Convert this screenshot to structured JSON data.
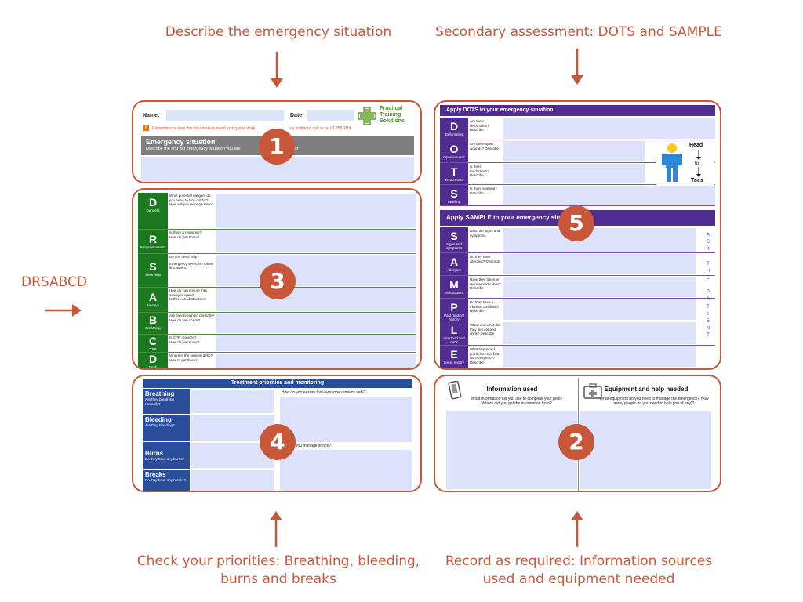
{
  "captions": {
    "top_left": "Describe the emergency situation",
    "top_right": "Secondary assessment: DOTS and SAMPLE",
    "left": "DRSABCD",
    "bottom_left_1": "Check your priorities: Breathing, bleeding,",
    "bottom_left_2": "burns and breaks",
    "bottom_right_1": "Record as required: Information sources",
    "bottom_right_2": "used and equipment needed"
  },
  "badges": {
    "b1": "1",
    "b2": "2",
    "b3": "3",
    "b4": "4",
    "b5": "5"
  },
  "form1": {
    "name_label": "Name:",
    "date_label": "Date:",
    "logo_line1": "Practical",
    "logo_line2": "Training",
    "logo_line3": "Solutions",
    "reminder_left": "Remember to save this document to avoid losing your work",
    "reminder_right": "ny problems call us on 07 858 1196",
    "section_title": "Emergency situation",
    "section_sub_left": "Describe the first aid emergency situation you are",
    "section_sub_right": "for"
  },
  "drsabcd": [
    {
      "letter": "D",
      "word": "Dangers",
      "q1": "What potential dangers do you need to look out for?",
      "q2": "How will you manage them?"
    },
    {
      "letter": "R",
      "word": "Responsiveness",
      "q1": "Is there a response?",
      "q2": "How do you know?"
    },
    {
      "letter": "S",
      "word": "Seek help",
      "q1": "Do you need help?",
      "q2": "Emergency services? Other first aiders?"
    },
    {
      "letter": "A",
      "word": "Airways",
      "q1": "How do you ensure their airway is open?",
      "q2": "Is there an obstruction?"
    },
    {
      "letter": "B",
      "word": "Breathing",
      "q1": "Are they breathing normally?",
      "q2": "How do you check?"
    },
    {
      "letter": "C",
      "word": "CPR",
      "q1": "Is CPR required?",
      "q2": "How do you know?"
    },
    {
      "letter": "D",
      "word": "Defib",
      "q1": "Where is the nearest defib?",
      "q2": "How to get there?"
    }
  ],
  "treatment": {
    "title": "Treatment priorities and monitoring",
    "right_q1": "How do you ensure that everyone remains safe?",
    "right_q2": "you manage shock?",
    "items": [
      {
        "title": "Breathing",
        "sub": "Are they breathing normally?"
      },
      {
        "title": "Bleeding",
        "sub": "Are they bleeding?"
      },
      {
        "title": "Burns",
        "sub": "Do they have any burns?"
      },
      {
        "title": "Breaks",
        "sub": "Do they have any breaks?"
      }
    ]
  },
  "dots": {
    "title": "Apply DOTS to your emergency situation",
    "rows": [
      {
        "letter": "D",
        "word": "Deformities",
        "q": "Are there deformities? Describe"
      },
      {
        "letter": "O",
        "word": "Open wounds",
        "q": "Are there open wounds? Describe"
      },
      {
        "letter": "T",
        "word": "Tenderness",
        "q": "Is there tenderness? Describe"
      },
      {
        "letter": "S",
        "word": "Swelling",
        "q": "Is there swelling? Describe"
      }
    ],
    "head_label": "Head",
    "to_label": "to",
    "toes_label": "Toes"
  },
  "sample": {
    "title": "Apply SAMPLE to your emergency situa",
    "rows": [
      {
        "letter": "S",
        "word": "Signs and symptoms",
        "q": "Describe signs and symptoms."
      },
      {
        "letter": "A",
        "word": "Allergies",
        "q": "Do they have allergies? Describe"
      },
      {
        "letter": "M",
        "word": "Medication",
        "q": "Have they taken or require medication? Describe"
      },
      {
        "letter": "P",
        "word": "Past medical history",
        "q": "Do they have a medical condition? Describe"
      },
      {
        "letter": "L",
        "word": "Last food and drink",
        "q": "When and what did they last eat and drink? Describe"
      },
      {
        "letter": "E",
        "word": "Event history",
        "q": "What happened just before the first aid emergency? Describe"
      }
    ],
    "ask_letters": [
      "A",
      "S",
      "K",
      "",
      "T",
      "H",
      "E",
      "",
      "P",
      "A",
      "T",
      "I",
      "E",
      "N",
      "T"
    ]
  },
  "info": {
    "left_title": "Information used",
    "left_sub": "What information did you use to complete your plan? Where did you get the information from?",
    "right_title": "Equipment and help needed",
    "right_sub": "What equipment do you need to manage the emergency? How many people do you need to help you (if any)?"
  },
  "colors": {
    "accent": "#c8573a",
    "field": "#dde2fb",
    "green": "#1b7a1f",
    "purple": "#512d92",
    "blue": "#2a4d9b",
    "grey": "#7f7f7f"
  }
}
